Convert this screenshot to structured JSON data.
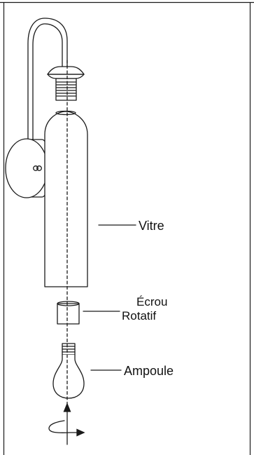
{
  "diagram": {
    "labels": {
      "glass": "Vitre",
      "nut_line1": "Écrou",
      "nut_line2": "Rotatif",
      "bulb": "Ampoule"
    },
    "icons": [
      "rotation-arrow-icon"
    ],
    "colors": {
      "line": "#1a1a1a",
      "background": "#ffffff"
    }
  }
}
